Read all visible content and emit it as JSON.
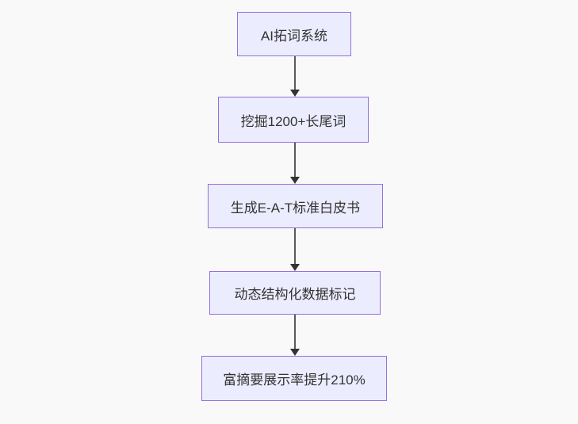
{
  "flowchart": {
    "type": "flowchart",
    "direction": "top-down",
    "nodes": [
      {
        "id": "n0",
        "label": "AI拓词系统"
      },
      {
        "id": "n1",
        "label": "挖掘1200+长尾词"
      },
      {
        "id": "n2",
        "label": "生成E-A-T标准白皮书"
      },
      {
        "id": "n3",
        "label": "动态结构化数据标记"
      },
      {
        "id": "n4",
        "label": "富摘要展示率提升210%"
      }
    ],
    "edges": [
      {
        "from": "n0",
        "to": "n1"
      },
      {
        "from": "n1",
        "to": "n2"
      },
      {
        "from": "n2",
        "to": "n3"
      },
      {
        "from": "n3",
        "to": "n4"
      }
    ],
    "colors": {
      "node_fill": "#ECECFF",
      "node_border": "#9370DB",
      "node_text": "#333333",
      "arrow_line": "#5a5a5a",
      "arrowhead": "#333333",
      "background": "#f9f9f9"
    }
  }
}
